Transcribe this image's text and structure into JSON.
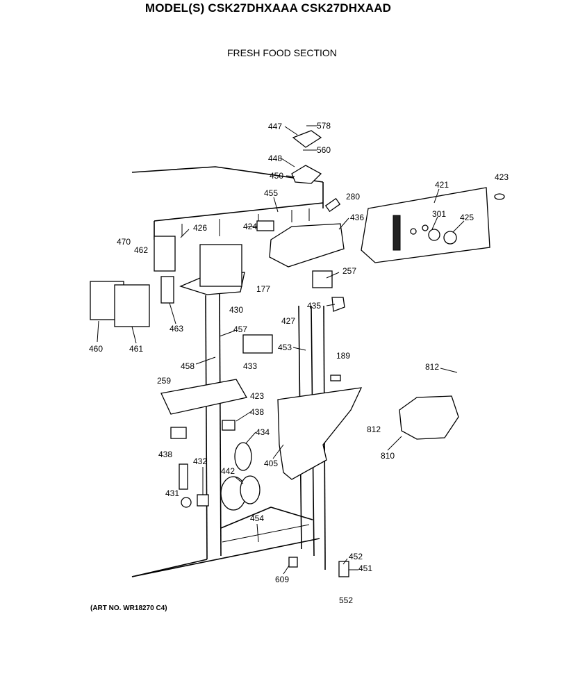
{
  "title": "MODEL(S) CSK27DHXAAA  CSK27DHXAAD",
  "subtitle": "FRESH FOOD SECTION",
  "art_number": "(ART NO. WR18270 C4)",
  "part_labels": [
    "447",
    "578",
    "448",
    "560",
    "450",
    "423",
    "421",
    "280",
    "455",
    "436",
    "301",
    "425",
    "424",
    "426",
    "470",
    "462",
    "177",
    "430",
    "257",
    "427",
    "435",
    "460",
    "461",
    "463",
    "457",
    "453",
    "458",
    "433",
    "189",
    "812",
    "259",
    "423",
    "438",
    "812",
    "438",
    "434",
    "432",
    "405",
    "810",
    "442",
    "431",
    "454",
    "452",
    "451",
    "609",
    "552"
  ]
}
